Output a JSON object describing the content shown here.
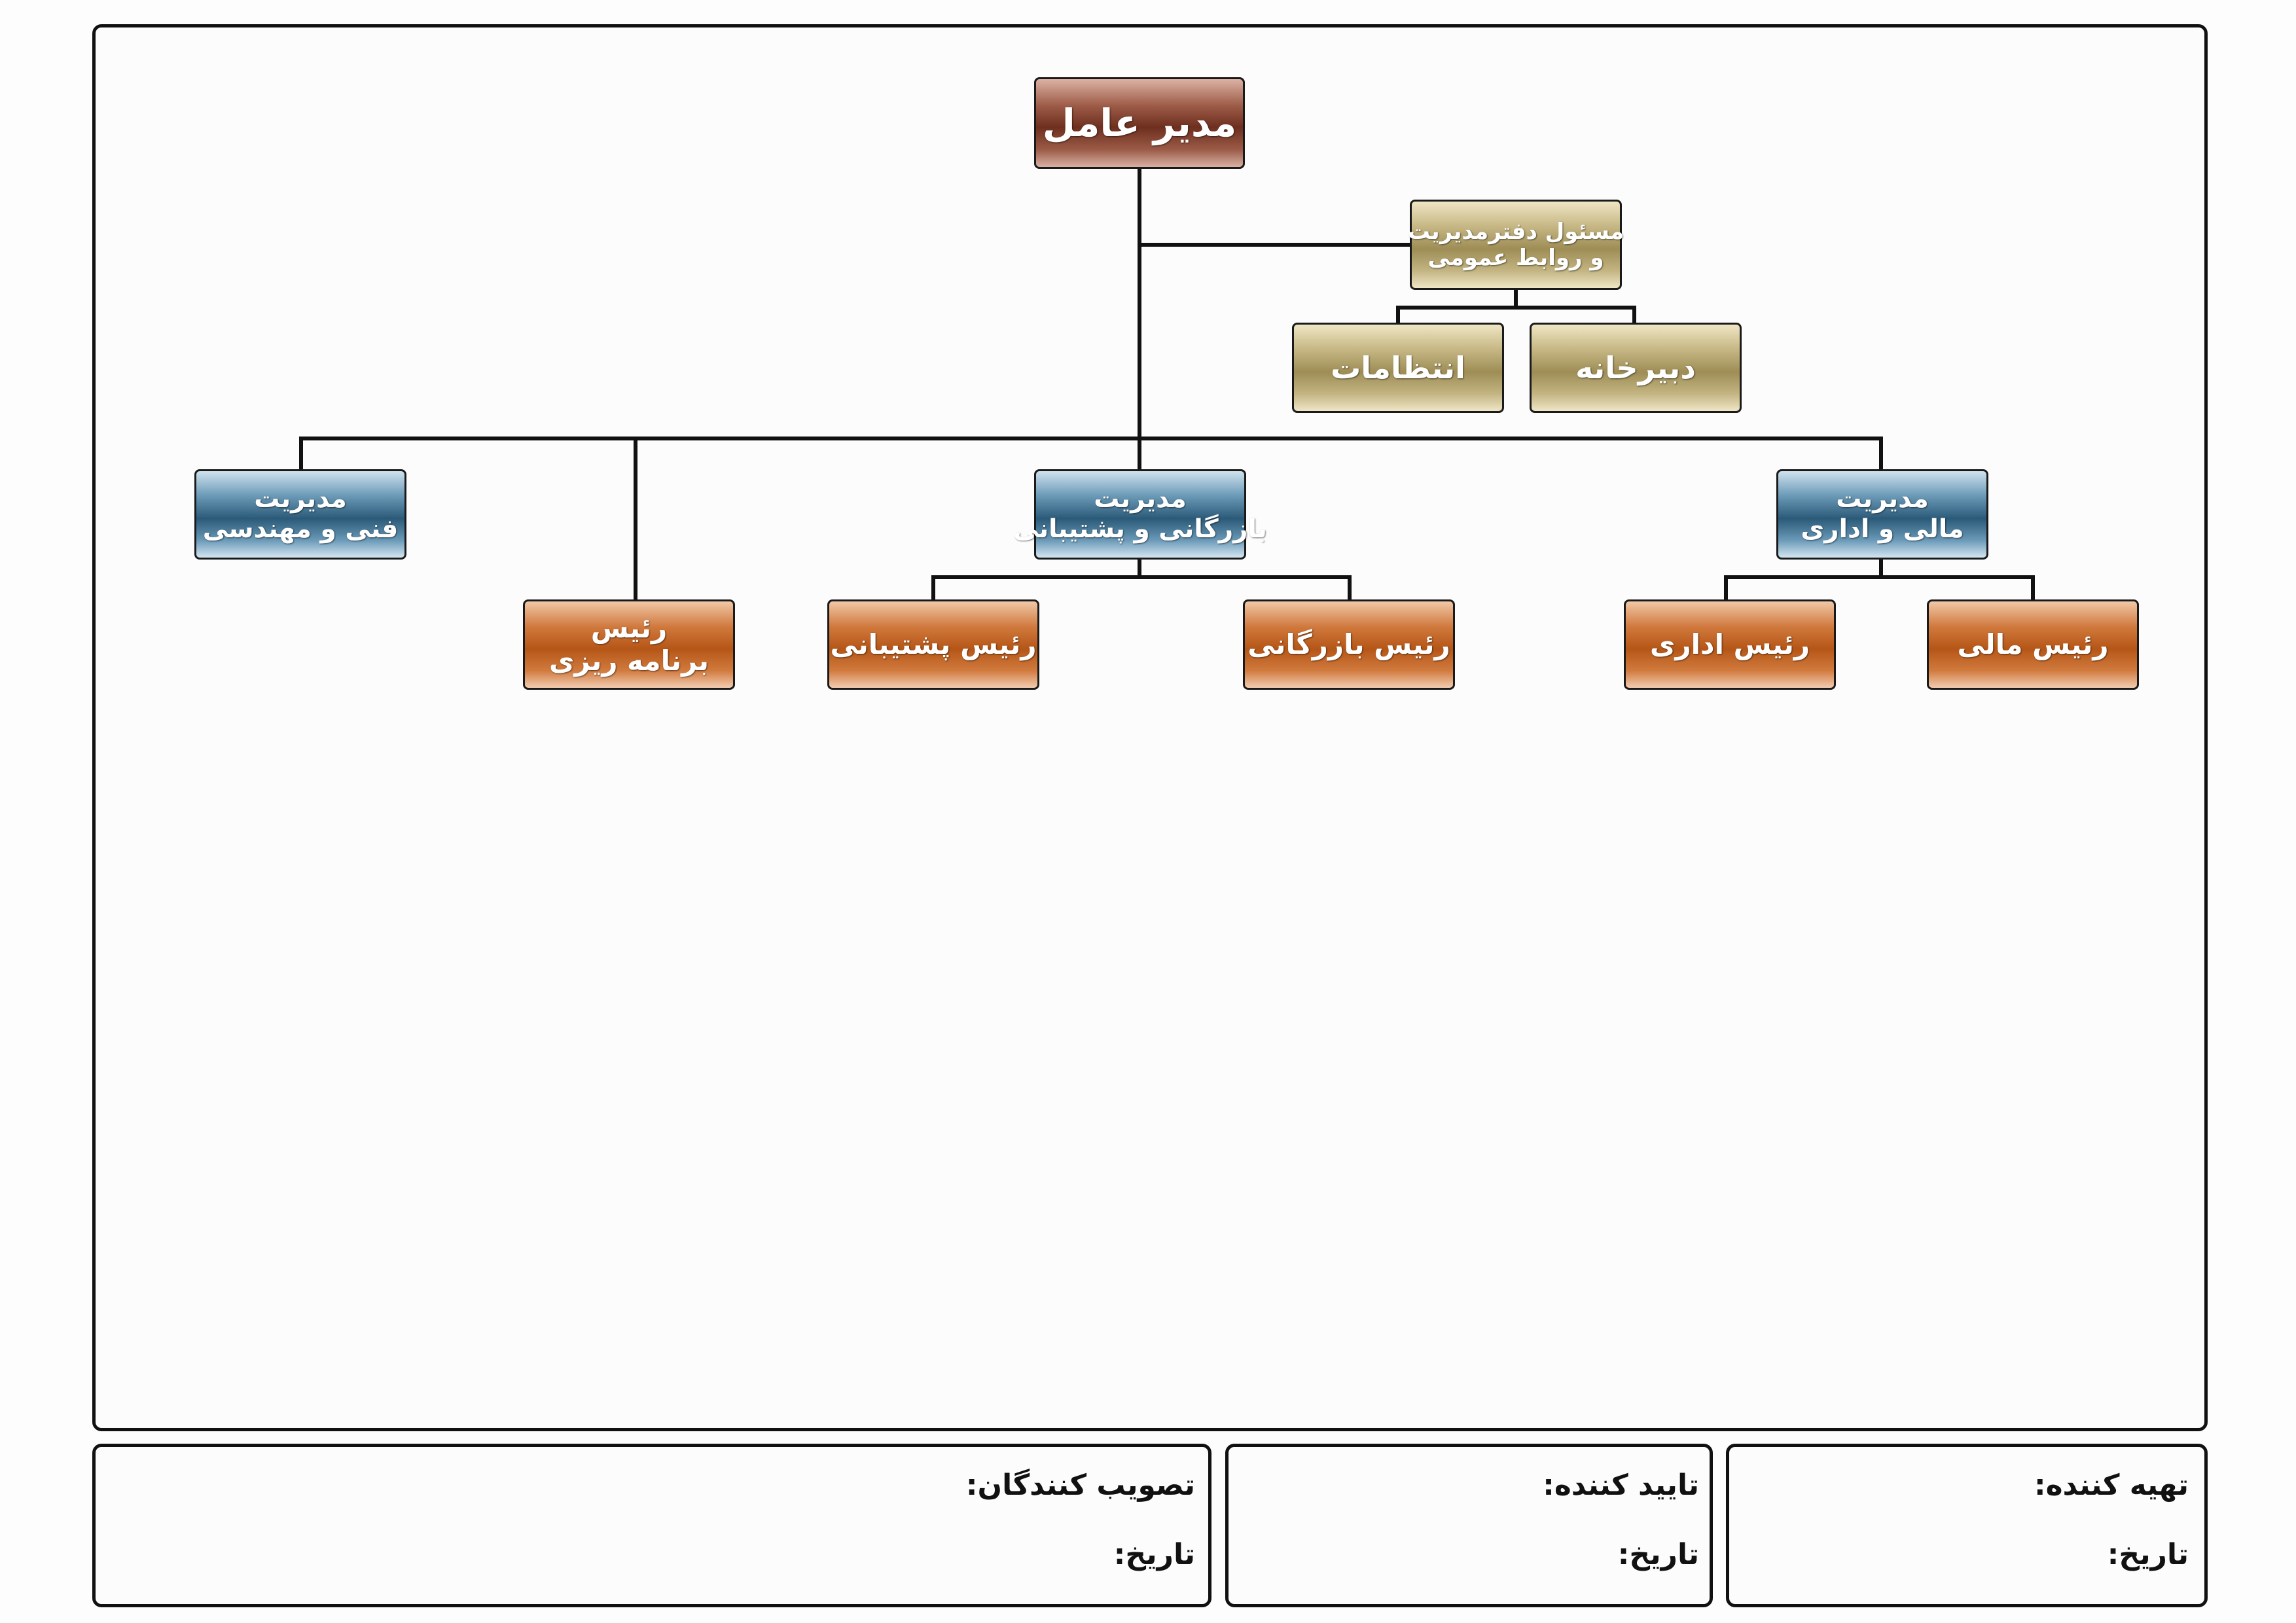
{
  "chart": {
    "ceo": "مدیر عامل",
    "office_manager": [
      "مسئول دفترمدیریت",
      "و روابط عمومی"
    ],
    "secretariat": "دبیرخانه",
    "security": "انتظامات",
    "finance_admin_dept": [
      "مدیریت",
      "مالی و اداری"
    ],
    "commerce_support_dept": [
      "مدیریت",
      "بازرگانی و پشتیبانی"
    ],
    "technical_dept": [
      "مدیریت",
      "فنی و مهندسی"
    ],
    "finance_head": "رئیس مالی",
    "admin_head": "رئیس اداری",
    "commerce_head": "رئیس بازرگانی",
    "support_head": "رئیس پشتیبانی",
    "planning_head": [
      "رئیس",
      "برنامه ریزی"
    ]
  },
  "signatures": {
    "prepared_by": "تهیه کننده:",
    "approved_by": "تایید کننده:",
    "ratified_by": "تصویب کنندگان:",
    "date_label": "تاریخ:"
  }
}
